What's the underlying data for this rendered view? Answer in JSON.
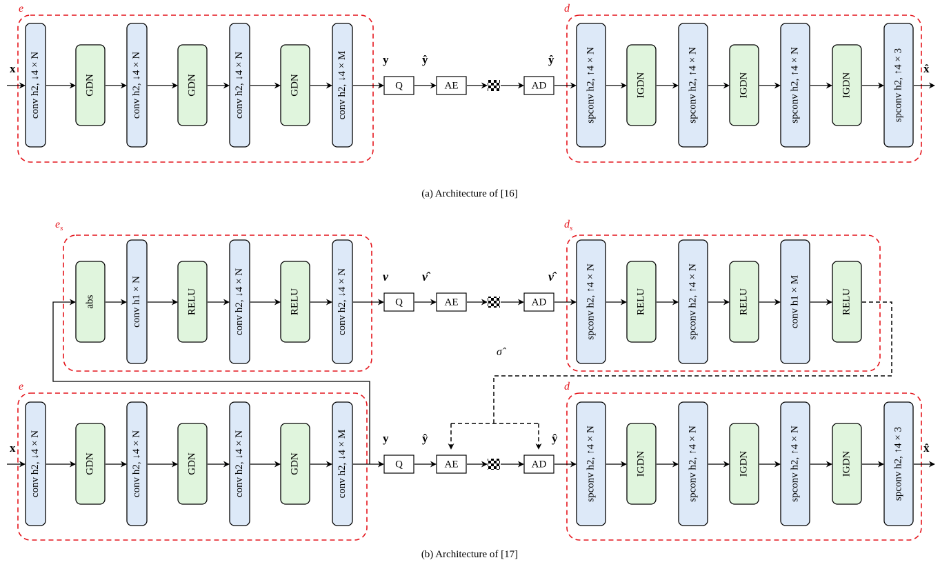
{
  "captions": {
    "a": "(a) Architecture of [16]",
    "b": "(b) Architecture of [17]"
  },
  "colors": {
    "conv_fill": "#dde9f8",
    "norm_fill": "#e0f5dd",
    "group_border": "#e4141b"
  },
  "group_labels": {
    "e": "e",
    "d": "d",
    "e_s": "e",
    "e_s_sub": "s",
    "d_s": "d",
    "d_s_sub": "s"
  },
  "diagram_a": {
    "encoder": [
      "conv h2, ↓4 × N",
      "GDN",
      "conv h2, ↓4 × N",
      "GDN",
      "conv h2, ↓4 × N",
      "GDN",
      "conv h2, ↓4 × M"
    ],
    "decoder": [
      "spconv h2, ↑4 × N",
      "IGDN",
      "spconv h2, ↑4 × N",
      "IGDN",
      "spconv h2, ↑4 × N",
      "IGDN",
      "spconv h2, ↑4 × 3"
    ],
    "input": "x",
    "output": "x̂",
    "y": "y",
    "y_hat_1": "ŷ",
    "y_hat_2": "ŷ",
    "quantizer": "Q",
    "ae": "AE",
    "ad": "AD"
  },
  "diagram_b_hyper": {
    "encoder": [
      "abs",
      "conv h1 × N",
      "RELU",
      "conv h2, ↓4 × N",
      "RELU",
      "conv h2, ↓4 × N"
    ],
    "decoder": [
      "spconv h2, ↑4 × N",
      "RELU",
      "spconv h2, ↑4 × N",
      "RELU",
      "conv h1 × M",
      "RELU"
    ],
    "nu": "ν",
    "nu_hat_1": "ν̂",
    "nu_hat_2": "ν̂",
    "quantizer": "Q",
    "ae": "AE",
    "ad": "AD",
    "sigma_hat": "σ̂"
  },
  "diagram_b_main": {
    "encoder": [
      "conv h2, ↓4 × N",
      "GDN",
      "conv h2, ↓4 × N",
      "GDN",
      "conv h2, ↓4 × N",
      "GDN",
      "conv h2, ↓4 × M"
    ],
    "decoder": [
      "spconv h2, ↑4 × N",
      "IGDN",
      "spconv h2, ↑4 × N",
      "IGDN",
      "spconv h2, ↑4 × N",
      "IGDN",
      "spconv h2, ↑4 × 3"
    ],
    "input": "x",
    "output": "x̂",
    "y": "y",
    "y_hat_1": "ŷ",
    "y_hat_2": "ŷ",
    "quantizer": "Q",
    "ae": "AE",
    "ad": "AD"
  }
}
